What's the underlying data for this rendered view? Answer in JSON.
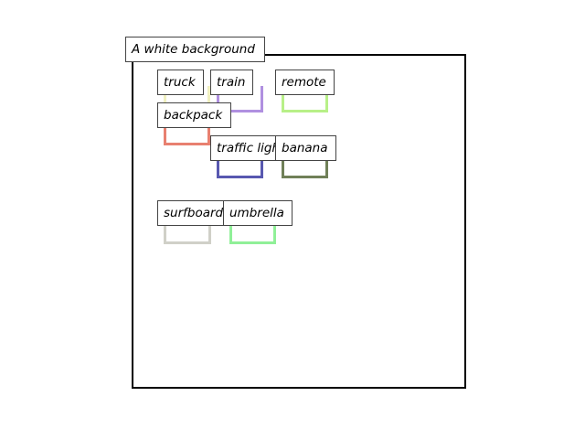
{
  "scene": {
    "caption": "A white background",
    "objects": [
      {
        "id": "truck",
        "label": "truck",
        "color": "#f0f0c0"
      },
      {
        "id": "train",
        "label": "train",
        "color": "#b090e0"
      },
      {
        "id": "remote",
        "label": "remote",
        "color": "#b8f088"
      },
      {
        "id": "backpack",
        "label": "backpack",
        "color": "#e88070"
      },
      {
        "id": "traffic-light",
        "label": "traffic light",
        "color": "#5858b0"
      },
      {
        "id": "banana",
        "label": "banana",
        "color": "#708058"
      },
      {
        "id": "surfboard",
        "label": "surfboard",
        "color": "#d0d0c8"
      },
      {
        "id": "umbrella",
        "label": "umbrella",
        "color": "#90f098"
      }
    ]
  }
}
